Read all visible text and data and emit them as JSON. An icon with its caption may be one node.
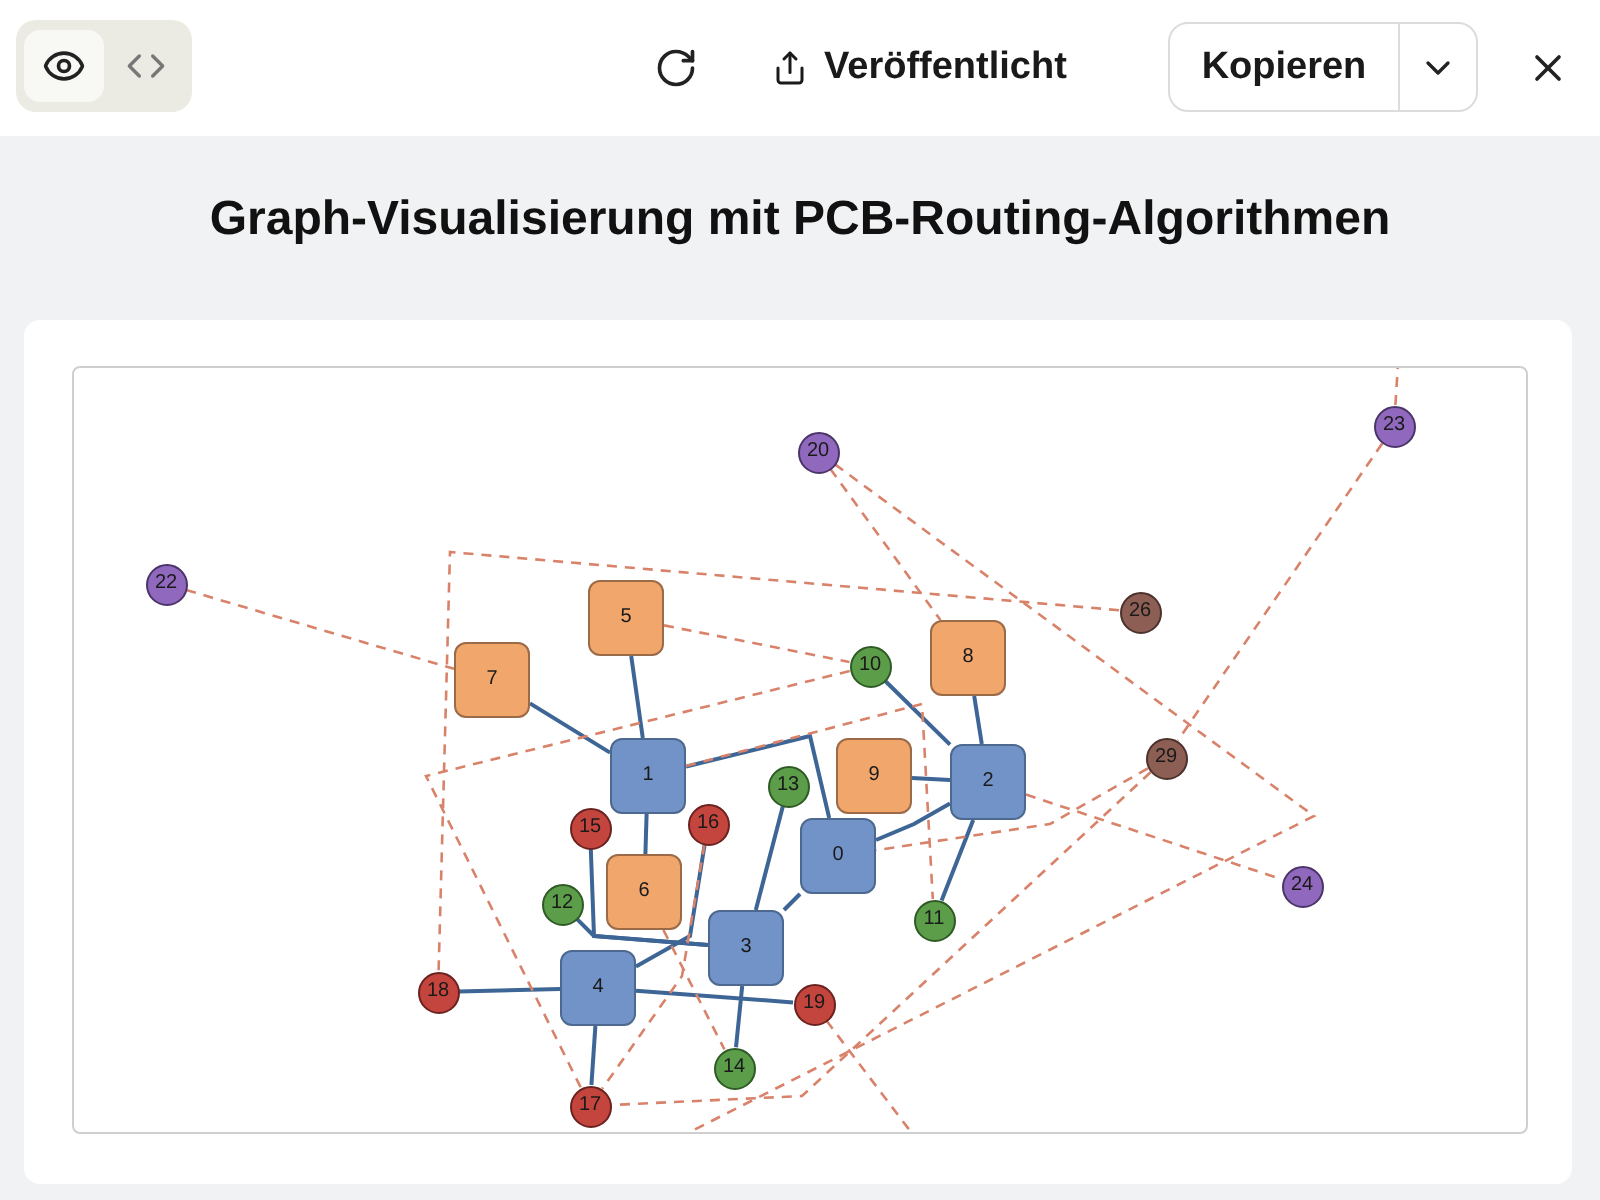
{
  "diagram": {
    "title": "Graph-Visualisierung mit PCB-Routing-Algorithmen",
    "nodes": [
      {
        "text": [
          "0"
        ]
      },
      {
        "text": [
          "1"
        ]
      },
      {
        "text": [
          "2"
        ]
      },
      {
        "text": [
          "3"
        ]
      },
      {
        "text": [
          "4"
        ]
      },
      {
        "text": [
          "5"
        ]
      },
      {
        "text": [
          "6"
        ]
      },
      {
        "text": [
          "7"
        ]
      },
      {
        "text": [
          "8"
        ]
      },
      {
        "text": [
          "9"
        ]
      },
      {
        "text": [
          "10"
        ]
      },
      {
        "text": [
          "11"
        ]
      },
      {
        "text": [
          "12"
        ]
      },
      {
        "text": [
          "13"
        ]
      },
      {
        "text": [
          "14"
        ]
      },
      {
        "text": [
          "15"
        ]
      },
      {
        "text": [
          "16"
        ]
      },
      {
        "text": [
          "17"
        ]
      },
      {
        "text": [
          "18"
        ]
      },
      {
        "text": [
          "19"
        ]
      },
      {
        "text": [
          "20"
        ]
      },
      {
        "text": [
          "22"
        ]
      },
      {
        "text": [
          "23"
        ]
      },
      {
        "text": [
          "24"
        ]
      },
      {
        "text": [
          "26"
        ]
      },
      {
        "text": [
          "29"
        ]
      }
    ],
    "edges": [
      {
        "from": 7,
        "to": 1,
        "arrow": "none"
      },
      {
        "from": 5,
        "to": 1,
        "arrow": "none"
      },
      {
        "from": 1,
        "to": 6,
        "arrow": "none"
      },
      {
        "from": 1,
        "to": 0,
        "arrow": "none"
      },
      {
        "from": 0,
        "to": 2,
        "arrow": "none"
      },
      {
        "from": 0,
        "to": 3,
        "arrow": "none"
      },
      {
        "from": 9,
        "to": 2,
        "arrow": "none"
      },
      {
        "from": 10,
        "to": 2,
        "arrow": "none"
      },
      {
        "from": 8,
        "to": 2,
        "arrow": "none"
      },
      {
        "from": 2,
        "to": 11,
        "arrow": "none"
      },
      {
        "from": 13,
        "to": 3,
        "arrow": "none"
      },
      {
        "from": 3,
        "to": 14,
        "arrow": "none"
      },
      {
        "from": 12,
        "to": 3,
        "arrow": "none"
      },
      {
        "from": 15,
        "to": 3,
        "arrow": "none"
      },
      {
        "from": 18,
        "to": 4,
        "arrow": "none"
      },
      {
        "from": 4,
        "to": 19,
        "arrow": "none"
      },
      {
        "from": 17,
        "to": 4,
        "arrow": "none"
      },
      {
        "from": 4,
        "to": 16,
        "arrow": "none"
      },
      {
        "from": 21,
        "to": 7,
        "arrow": "none",
        "style": "dashed",
        "color": "#d9826a"
      },
      {
        "from": 5,
        "to": 10,
        "arrow": "none",
        "style": "dashed",
        "color": "#d9826a"
      },
      {
        "from": 20,
        "to": 8,
        "arrow": "none",
        "style": "dashed",
        "color": "#d9826a"
      },
      {
        "from": 20,
        "to": null,
        "arrow": "none",
        "style": "dashed",
        "color": "#d9826a"
      },
      {
        "from": 10,
        "to": 17,
        "arrow": "none",
        "style": "dashed",
        "color": "#d9826a"
      },
      {
        "from": 24,
        "to": 18,
        "arrow": "none",
        "style": "dashed",
        "color": "#d9826a"
      },
      {
        "from": 2,
        "to": 23,
        "arrow": "none",
        "style": "dashed",
        "color": "#d9826a"
      },
      {
        "from": 22,
        "to": 25,
        "arrow": "none",
        "style": "dashed",
        "color": "#d9826a"
      },
      {
        "from": 22,
        "to": null,
        "arrow": "none",
        "style": "dashed",
        "color": "#d9826a"
      },
      {
        "from": 25,
        "to": 0,
        "arrow": "none",
        "style": "dashed",
        "color": "#d9826a"
      },
      {
        "from": 25,
        "to": 17,
        "arrow": "none",
        "style": "dashed",
        "color": "#d9826a"
      },
      {
        "from": 19,
        "to": null,
        "arrow": "none",
        "style": "dashed",
        "color": "#d9826a"
      },
      {
        "from": 6,
        "to": 14,
        "arrow": "none",
        "style": "dashed",
        "color": "#d9826a"
      },
      {
        "from": 16,
        "to": 17,
        "arrow": "none",
        "style": "dashed",
        "color": "#d9826a"
      },
      {
        "from": 1,
        "to": 11,
        "arrow": "none",
        "style": "dashed",
        "color": "#d9826a"
      }
    ],
    "labels": [
      "Veröffentlicht",
      "Kopieren"
    ]
  }
}
